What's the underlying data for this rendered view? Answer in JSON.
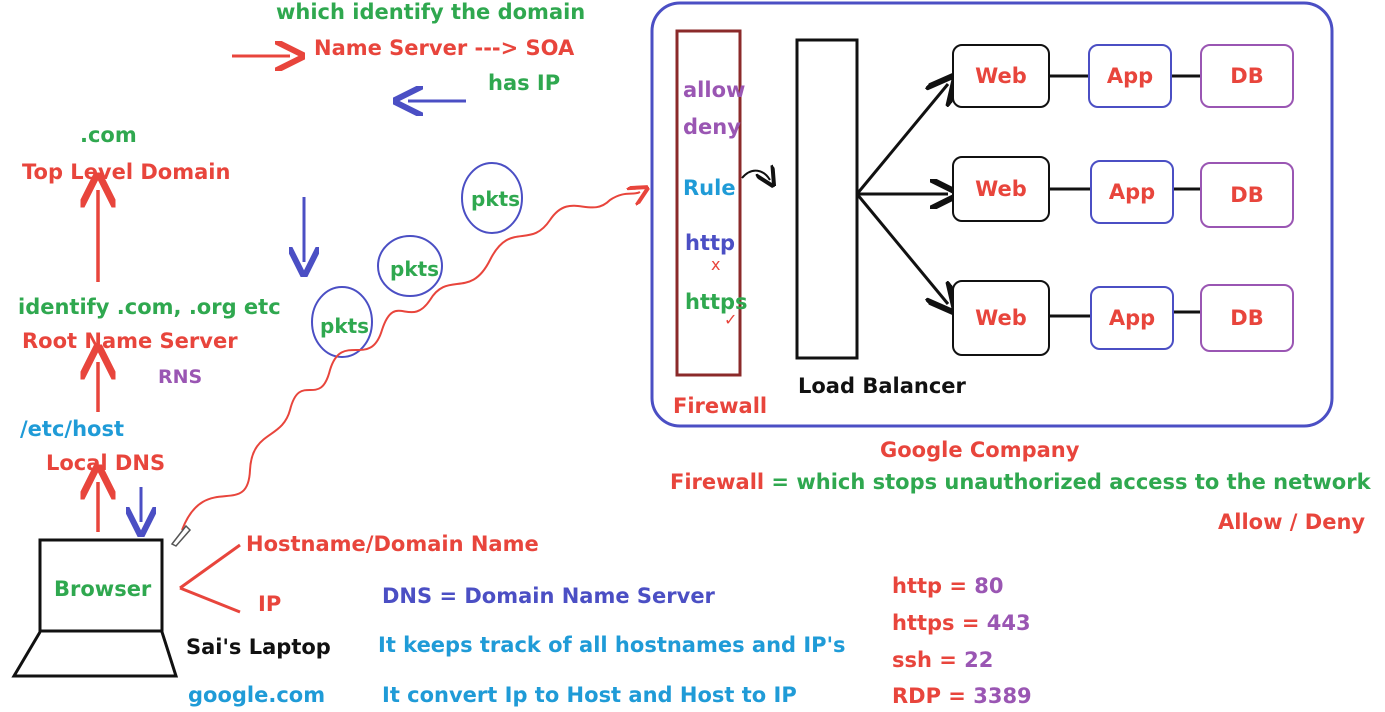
{
  "dns_chain": {
    "which_identify": "which identify the domain",
    "name_server_soa": "Name Server ---> SOA",
    "has_ip": "has IP",
    "dot_com": ".com",
    "top_level_domain": "Top Level Domain",
    "identify_com_org": "identify .com, .org etc",
    "root_name_server": "Root Name Server",
    "rns": "RNS",
    "etc_host": "/etc/host",
    "local_dns": "Local DNS"
  },
  "packets": [
    "pkts",
    "pkts",
    "pkts"
  ],
  "laptop": {
    "browser": "Browser",
    "owner": "Sai's Laptop",
    "site": "google.com",
    "hostname_label": "Hostname/Domain Name",
    "ip_label": "IP"
  },
  "dns_definition": {
    "title": "DNS = Domain Name Server",
    "line1": "It keeps track of all hostnames and IP's",
    "line2": "It convert Ip to Host and Host to IP"
  },
  "ports": [
    {
      "proto": "http",
      "eq": " = ",
      "port": "80"
    },
    {
      "proto": "https",
      "eq": " = ",
      "port": "443"
    },
    {
      "proto": "ssh",
      "eq": " = ",
      "port": "22"
    },
    {
      "proto": "RDP",
      "eq": " = ",
      "port": "3389"
    }
  ],
  "company": {
    "firewall_rules": {
      "allow": "allow",
      "deny": "deny",
      "rule": "Rule",
      "http": "http",
      "https": "https",
      "x_mark": "x",
      "check_mark": "✓"
    },
    "firewall_label": "Firewall",
    "load_balancer_label": "Load Balancer",
    "tiers": [
      {
        "web": "Web",
        "app": "App",
        "db": "DB"
      },
      {
        "web": "Web",
        "app": "App",
        "db": "DB"
      },
      {
        "web": "Web",
        "app": "App",
        "db": "DB"
      }
    ],
    "name": "Google Company",
    "firewall_def_term": "Firewall",
    "firewall_def_text": " = which stops unauthorized access to the network",
    "allow_deny": "Allow / Deny"
  },
  "colors": {
    "red": "#e8453c",
    "green": "#2fa84f",
    "blue": "#4b4fc4",
    "cyan": "#1f9bd7",
    "purple": "#9a56b3",
    "firewall_border": "#8b2a2a"
  }
}
